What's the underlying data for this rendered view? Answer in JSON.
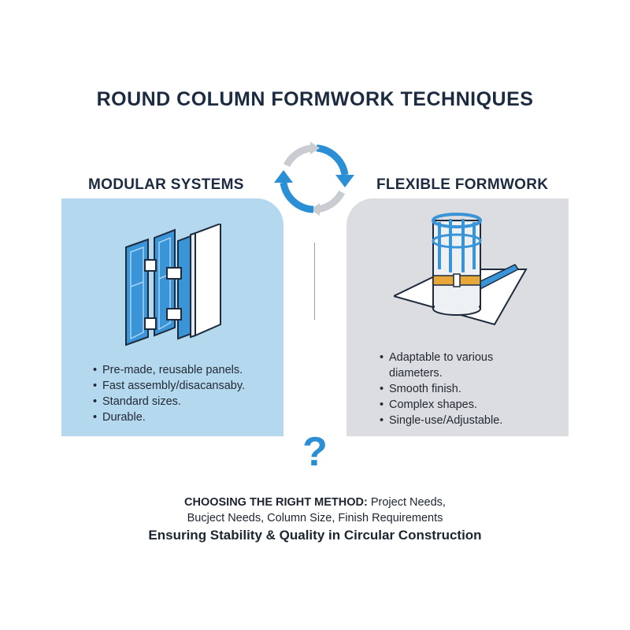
{
  "title": "ROUND COLUMN FORMWORK TECHNIQUES",
  "left_panel": {
    "heading": "MODULAR SYSTEMS",
    "bullets": [
      "Pre-made, reusable panels.",
      "Fast assembly/disacansaby.",
      "Standard sizes.",
      "Durable."
    ]
  },
  "right_panel": {
    "heading": "FLEXIBLE FORMWORK",
    "bullets": [
      "Adaptable to various",
      "diameters.",
      "Smooth finish.",
      "Complex shapes.",
      "Single-use/Adjustable."
    ]
  },
  "choose": {
    "label": "CHOOSING THE RIGHT METHOD:",
    "line1": "Project Needs,",
    "line2": "Bucject Needs, Column Size, Finish Requirements"
  },
  "footer": "Ensuring Stability & Quality in Circular Construction",
  "icons": {
    "cycle": "cycle-arrows-icon",
    "question": "question-mark-icon",
    "modular": "modular-panels-icon",
    "flexible": "flexible-column-icon"
  },
  "colors": {
    "accent_blue": "#2b8fd6",
    "left_panel_bg": "#b4d8ee",
    "right_panel_bg": "#dcdde0",
    "strap_yellow": "#e8a73a",
    "title_navy": "#1c2b40"
  }
}
